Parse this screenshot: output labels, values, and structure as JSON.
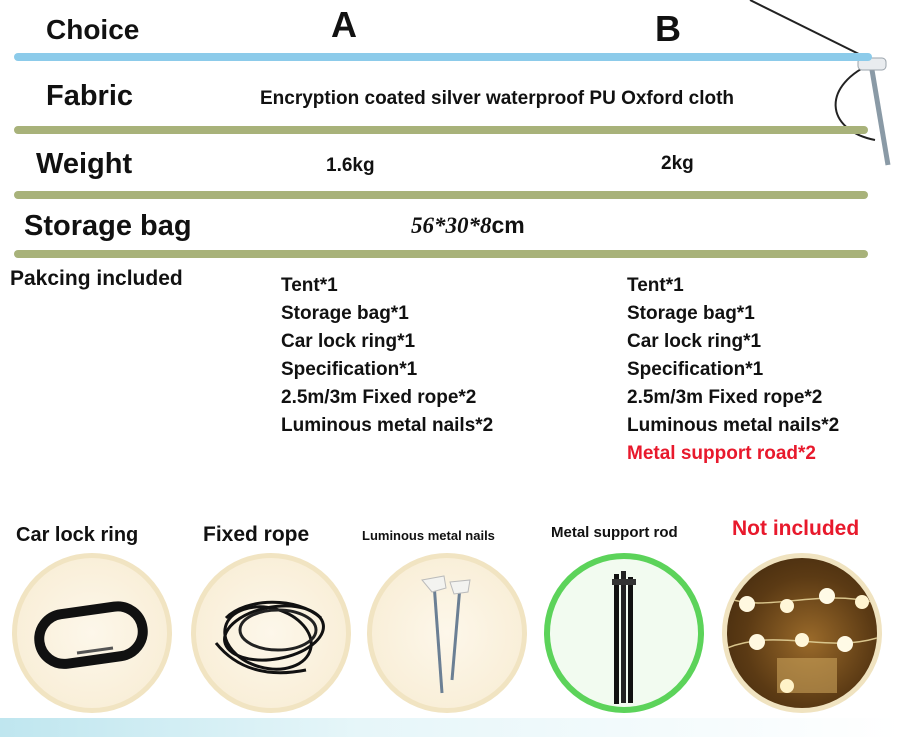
{
  "table": {
    "choice_label": "Choice",
    "col_a": "A",
    "col_b": "B",
    "fabric_label": "Fabric",
    "fabric_value": "Encryption coated silver waterproof PU Oxford cloth",
    "weight_label": "Weight",
    "weight_a": "1.6kg",
    "weight_b": "2kg",
    "storage_label": "Storage bag",
    "storage_value": "56*30*8",
    "storage_unit": "cm",
    "packing_label": "Pakcing included"
  },
  "packing_a": [
    "Tent*1",
    "Storage bag*1",
    "Car lock ring*1",
    "Specification*1",
    "2.5m/3m Fixed rope*2",
    "Luminous metal nails*2"
  ],
  "packing_b": [
    "Tent*1",
    "Storage bag*1",
    "Car lock ring*1",
    "Specification*1",
    "2.5m/3m Fixed rope*2",
    "Luminous metal nails*2",
    "Metal support road*2"
  ],
  "accessories": {
    "car_lock_ring": "Car lock ring",
    "fixed_rope": "Fixed rope",
    "nails": "Luminous metal nails",
    "support_rod": "Metal support rod",
    "not_included": "Not included"
  },
  "colors": {
    "accent_red": "#e8192c",
    "bar_blue": "#8ccbea",
    "bar_olive": "#a8b27a",
    "circle_green": "#5cd35a"
  }
}
